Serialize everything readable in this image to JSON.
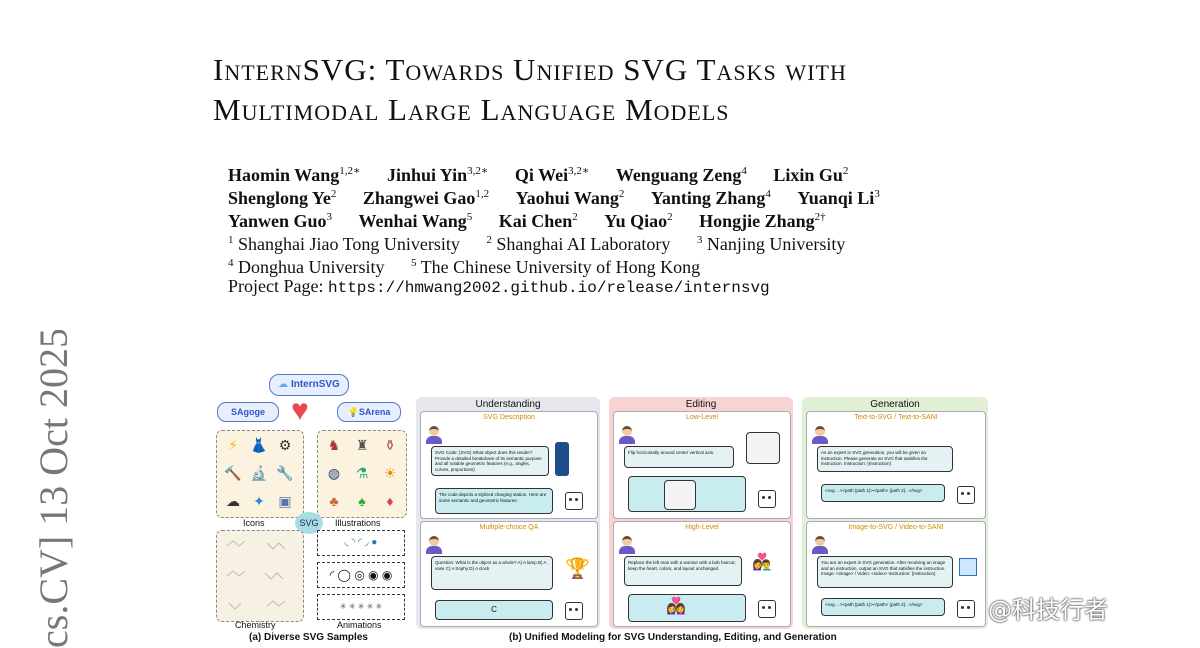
{
  "arxiv_stamp": "cs.CV]  13 Oct 2025",
  "title_line1": "InternSVG: Towards Unified SVG Tasks with",
  "title_line2": "Multimodal Large Language Models",
  "authors": [
    [
      {
        "name": "Haomin Wang",
        "sup": "1,2∗"
      },
      {
        "name": "Jinhui Yin",
        "sup": "3,2∗"
      },
      {
        "name": "Qi Wei",
        "sup": "3,2∗"
      },
      {
        "name": "Wenguang Zeng",
        "sup": "4"
      },
      {
        "name": "Lixin Gu",
        "sup": "2"
      }
    ],
    [
      {
        "name": "Shenglong Ye",
        "sup": "2"
      },
      {
        "name": "Zhangwei Gao",
        "sup": "1,2"
      },
      {
        "name": "Yaohui Wang",
        "sup": "2"
      },
      {
        "name": "Yanting Zhang",
        "sup": "4"
      },
      {
        "name": "Yuanqi Li",
        "sup": "3"
      }
    ],
    [
      {
        "name": "Yanwen Guo",
        "sup": "3"
      },
      {
        "name": "Wenhai Wang",
        "sup": "5"
      },
      {
        "name": "Kai Chen",
        "sup": "2"
      },
      {
        "name": "Yu Qiao",
        "sup": "2"
      },
      {
        "name": "Hongjie Zhang",
        "sup": "2†"
      }
    ]
  ],
  "affiliations": [
    [
      {
        "sup": "1",
        "name": "Shanghai Jiao Tong University"
      },
      {
        "sup": "2",
        "name": "Shanghai AI Laboratory"
      },
      {
        "sup": "3",
        "name": "Nanjing University"
      }
    ],
    [
      {
        "sup": "4",
        "name": "Donghua University"
      },
      {
        "sup": "5",
        "name": "The Chinese University of Hong Kong"
      }
    ]
  ],
  "project_label": "Project Page:",
  "project_url": "https://hmwang2002.github.io/release/internsvg",
  "figure": {
    "internsvg_label": "InternSVG",
    "sagoge_label": "SAgoge",
    "sarena_label": "SArena",
    "svg_badge": "SVG",
    "icons_label": "Icons",
    "illustrations_label": "Illustrations",
    "chemistry_label": "Chemistry",
    "animations_label": "Animations",
    "understanding_title": "Understanding",
    "editing_title": "Editing",
    "generation_title": "Generation",
    "svg_description_title": "SVG Description",
    "svg_description_q": "SVG Code: {SVG} What object does this render? Provide a detailed breakdown of its semantic purpose and all notable geometric features (e.g., angles, curves, proportions)",
    "svg_description_a": "The code depicts a stylized charging station. Here are some semantic and geometric features:",
    "mcqa_title": "Multiple-choice QA",
    "mcqa_q": "Question: What is the object as a whole? A) A lamp B) A vase C) A trophy D) A clock",
    "mcqa_a": "C",
    "low_level_title": "Low-Level",
    "low_level_q": "Flip horizontally around center vertical axis.",
    "high_level_title": "High-Level",
    "high_level_q": "Replace the left man with a woman with a bob haircut; keep the heart, colors, and layout unchanged.",
    "t2s_title": "Text-to-SVG / Text-to-SANI",
    "t2s_q": "As an expert in SVG generation, you will be given an instruction. Please generate an SVG that satisfies the instruction. Instruction: {Instruction}",
    "t2s_a": "<svg ...><path {path 1}></path> {path 2}...</svg>",
    "i2s_title": "Image-to-SVG / Video-to-SANI",
    "i2s_q": "You are an expert in SVG generation. After receiving an image and an instruction, output an SVG that satisfies the instruction. Image: <image> / Video: <video> Instruction: {Instruction}",
    "i2s_a": "<svg ...><path {path 1}></path> {path 2}...</svg>",
    "caption_a": "(a) Diverse SVG Samples",
    "caption_b": "(b) Unified Modeling for SVG Understanding, Editing, and Generation"
  },
  "watermark": "@科技行者",
  "colors": {
    "understanding_bg": "#e5e7ec",
    "editing_bg": "#f8d3d3",
    "generation_bg": "#e0f0d4",
    "icons_bg": "#fbf2df",
    "chem_bg": "#f6f1e2",
    "badge": "#a9dde4"
  }
}
